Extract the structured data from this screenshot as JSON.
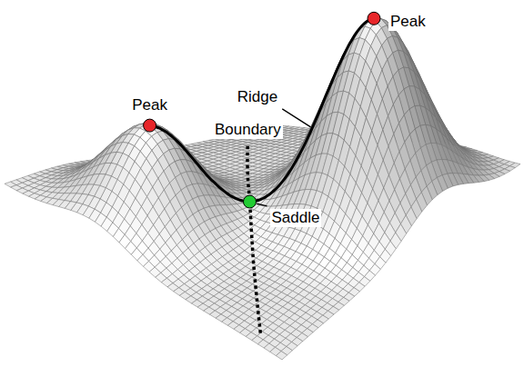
{
  "diagram": {
    "labels": [
      "Peak",
      "Ridge",
      "Peak",
      "Boundary",
      "Saddle"
    ]
  }
}
